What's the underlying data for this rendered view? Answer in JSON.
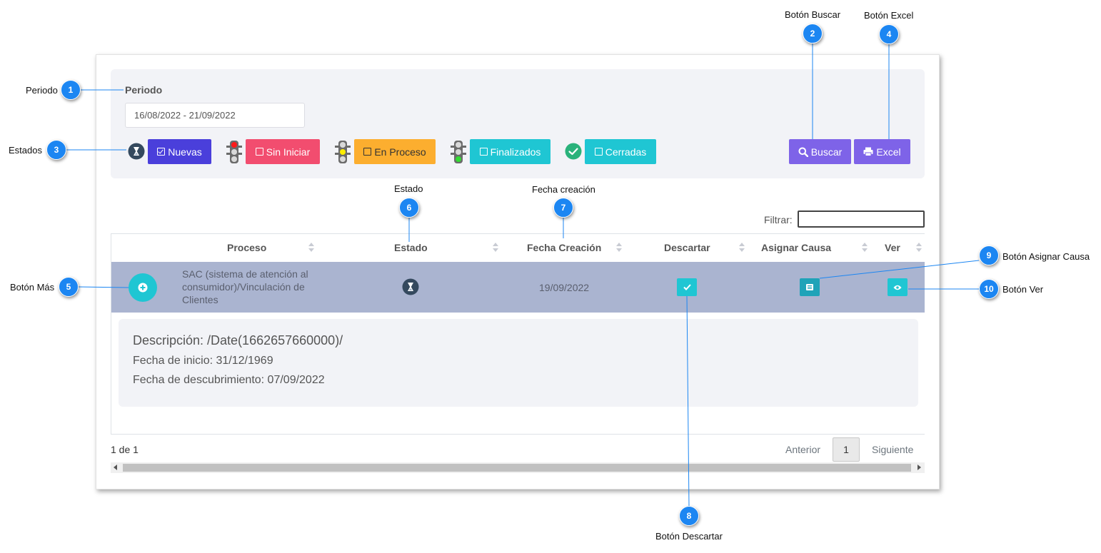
{
  "filters": {
    "periodo_label": "Periodo",
    "periodo_value": "16/08/2022 - 21/09/2022",
    "states": [
      {
        "label": "Nuevas",
        "checked": true,
        "color": "#4a3fdb"
      },
      {
        "label": "Sin Iniciar",
        "checked": false,
        "color": "#f24d6f"
      },
      {
        "label": "En Proceso",
        "checked": false,
        "color": "#fcae2f"
      },
      {
        "label": "Finalizados",
        "checked": false,
        "color": "#1fc6d3"
      },
      {
        "label": "Cerradas",
        "checked": false,
        "color": "#1fc6d3"
      }
    ],
    "buscar_label": "Buscar",
    "excel_label": "Excel",
    "action_color": "#7e63e8"
  },
  "table": {
    "filtrar_label": "Filtrar:",
    "columns": [
      "Proceso",
      "Estado",
      "Fecha Creación",
      "Descartar",
      "Asignar Causa",
      "Ver"
    ],
    "row": {
      "proceso": "SAC (sistema de atención al consumidor)/Vinculación de Clientes",
      "estado_icon": "hourglass-icon",
      "fecha_creacion": "19/09/2022"
    },
    "detail": {
      "descripcion": "Descripción: /Date(1662657660000)/",
      "fecha_inicio": "Fecha de inicio: 31/12/1969",
      "fecha_descubrimiento": "Fecha de descubrimiento: 07/09/2022"
    },
    "paging_info": "1 de 1",
    "anterior": "Anterior",
    "page": "1",
    "siguiente": "Siguiente"
  },
  "callouts": [
    {
      "num": "1",
      "label": "Periodo"
    },
    {
      "num": "2",
      "label": "Botón Buscar"
    },
    {
      "num": "3",
      "label": "Estados"
    },
    {
      "num": "4",
      "label": "Botón Excel"
    },
    {
      "num": "5",
      "label": "Botón Más"
    },
    {
      "num": "6",
      "label": "Estado"
    },
    {
      "num": "7",
      "label": "Fecha creación"
    },
    {
      "num": "8",
      "label": "Botón Descartar"
    },
    {
      "num": "9",
      "label": "Botón Asignar Causa"
    },
    {
      "num": "10",
      "label": "Botón Ver"
    }
  ]
}
